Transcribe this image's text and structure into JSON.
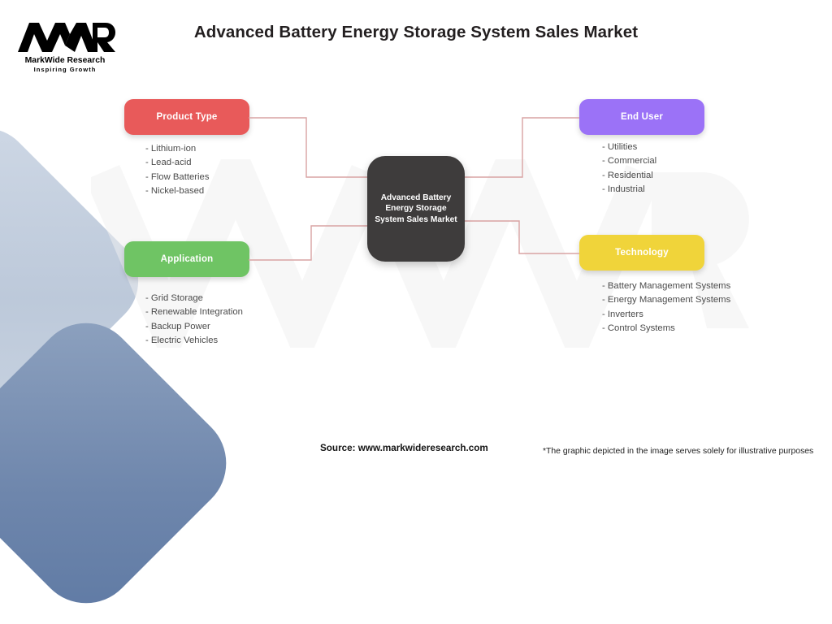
{
  "header": {
    "title": "Advanced Battery Energy Storage System Sales Market",
    "logo": {
      "mark": "MWR",
      "name": "MarkWide Research",
      "tagline": "Inspiring Growth"
    }
  },
  "hub": {
    "label": "Advanced Battery Energy Storage System Sales Market",
    "line1": "Advanced Battery",
    "line2": "Energy Storage",
    "line3": "System Sales Market",
    "color": "#3e3c3c"
  },
  "branches": [
    {
      "id": "product-type",
      "label": "Product Type",
      "color": "#e85a5a",
      "items": [
        "- Lithium-ion",
        "- Lead-acid",
        "- Flow Batteries",
        "- Nickel-based"
      ]
    },
    {
      "id": "end-user",
      "label": "End User",
      "color": "#9b72f7",
      "items": [
        "- Utilities",
        "- Commercial",
        "- Residential",
        "- Industrial"
      ]
    },
    {
      "id": "application",
      "label": "Application",
      "color": "#6fc464",
      "items": [
        "- Grid Storage",
        "- Renewable Integration",
        "- Backup Power",
        "- Electric Vehicles"
      ]
    },
    {
      "id": "technology",
      "label": "Technology",
      "color": "#f0d43a",
      "items": [
        "- Battery Management Systems",
        "- Energy Management Systems",
        "- Inverters",
        "- Control Systems"
      ]
    }
  ],
  "footer": {
    "source": "Source: www.markwideresearch.com",
    "disclaimer": "*The graphic depicted in the image serves solely for illustrative purposes"
  },
  "decor": {
    "connector_color": "#d9a3a3",
    "watermark_text": "MWR",
    "shape_light": "#c2cfdf",
    "shape_dark": "#6e86ac"
  }
}
